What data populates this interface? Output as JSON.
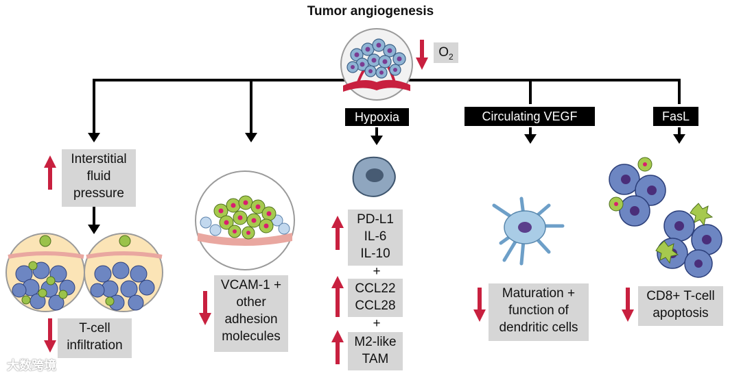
{
  "title": "Tumor angiogenesis",
  "oxygen": {
    "label": "O",
    "subscript": "2"
  },
  "headers": {
    "hypoxia": "Hypoxia",
    "vegf": "Circulating VEGF",
    "fasl": "FasL"
  },
  "boxes": {
    "ifp": [
      "Interstitial",
      "fluid",
      "pressure"
    ],
    "tcell": [
      "T-cell",
      "infiltration"
    ],
    "vcam": [
      "VCAM-1 +",
      "other",
      "adhesion",
      "molecules"
    ],
    "pdl1": [
      "PD-L1",
      "IL-6",
      "IL-10"
    ],
    "ccl": [
      "CCL22",
      "CCL28"
    ],
    "m2": [
      "M2-like",
      "TAM"
    ],
    "dc": [
      "Maturation +",
      "function of",
      "dendritic cells"
    ],
    "cd8": [
      "CD8+ T-cell",
      "apoptosis"
    ]
  },
  "plus": "+",
  "watermark": "大数跨境",
  "colors": {
    "arrow_red": "#c8203f",
    "box_grey": "#d6d6d6",
    "line": "#000000"
  }
}
